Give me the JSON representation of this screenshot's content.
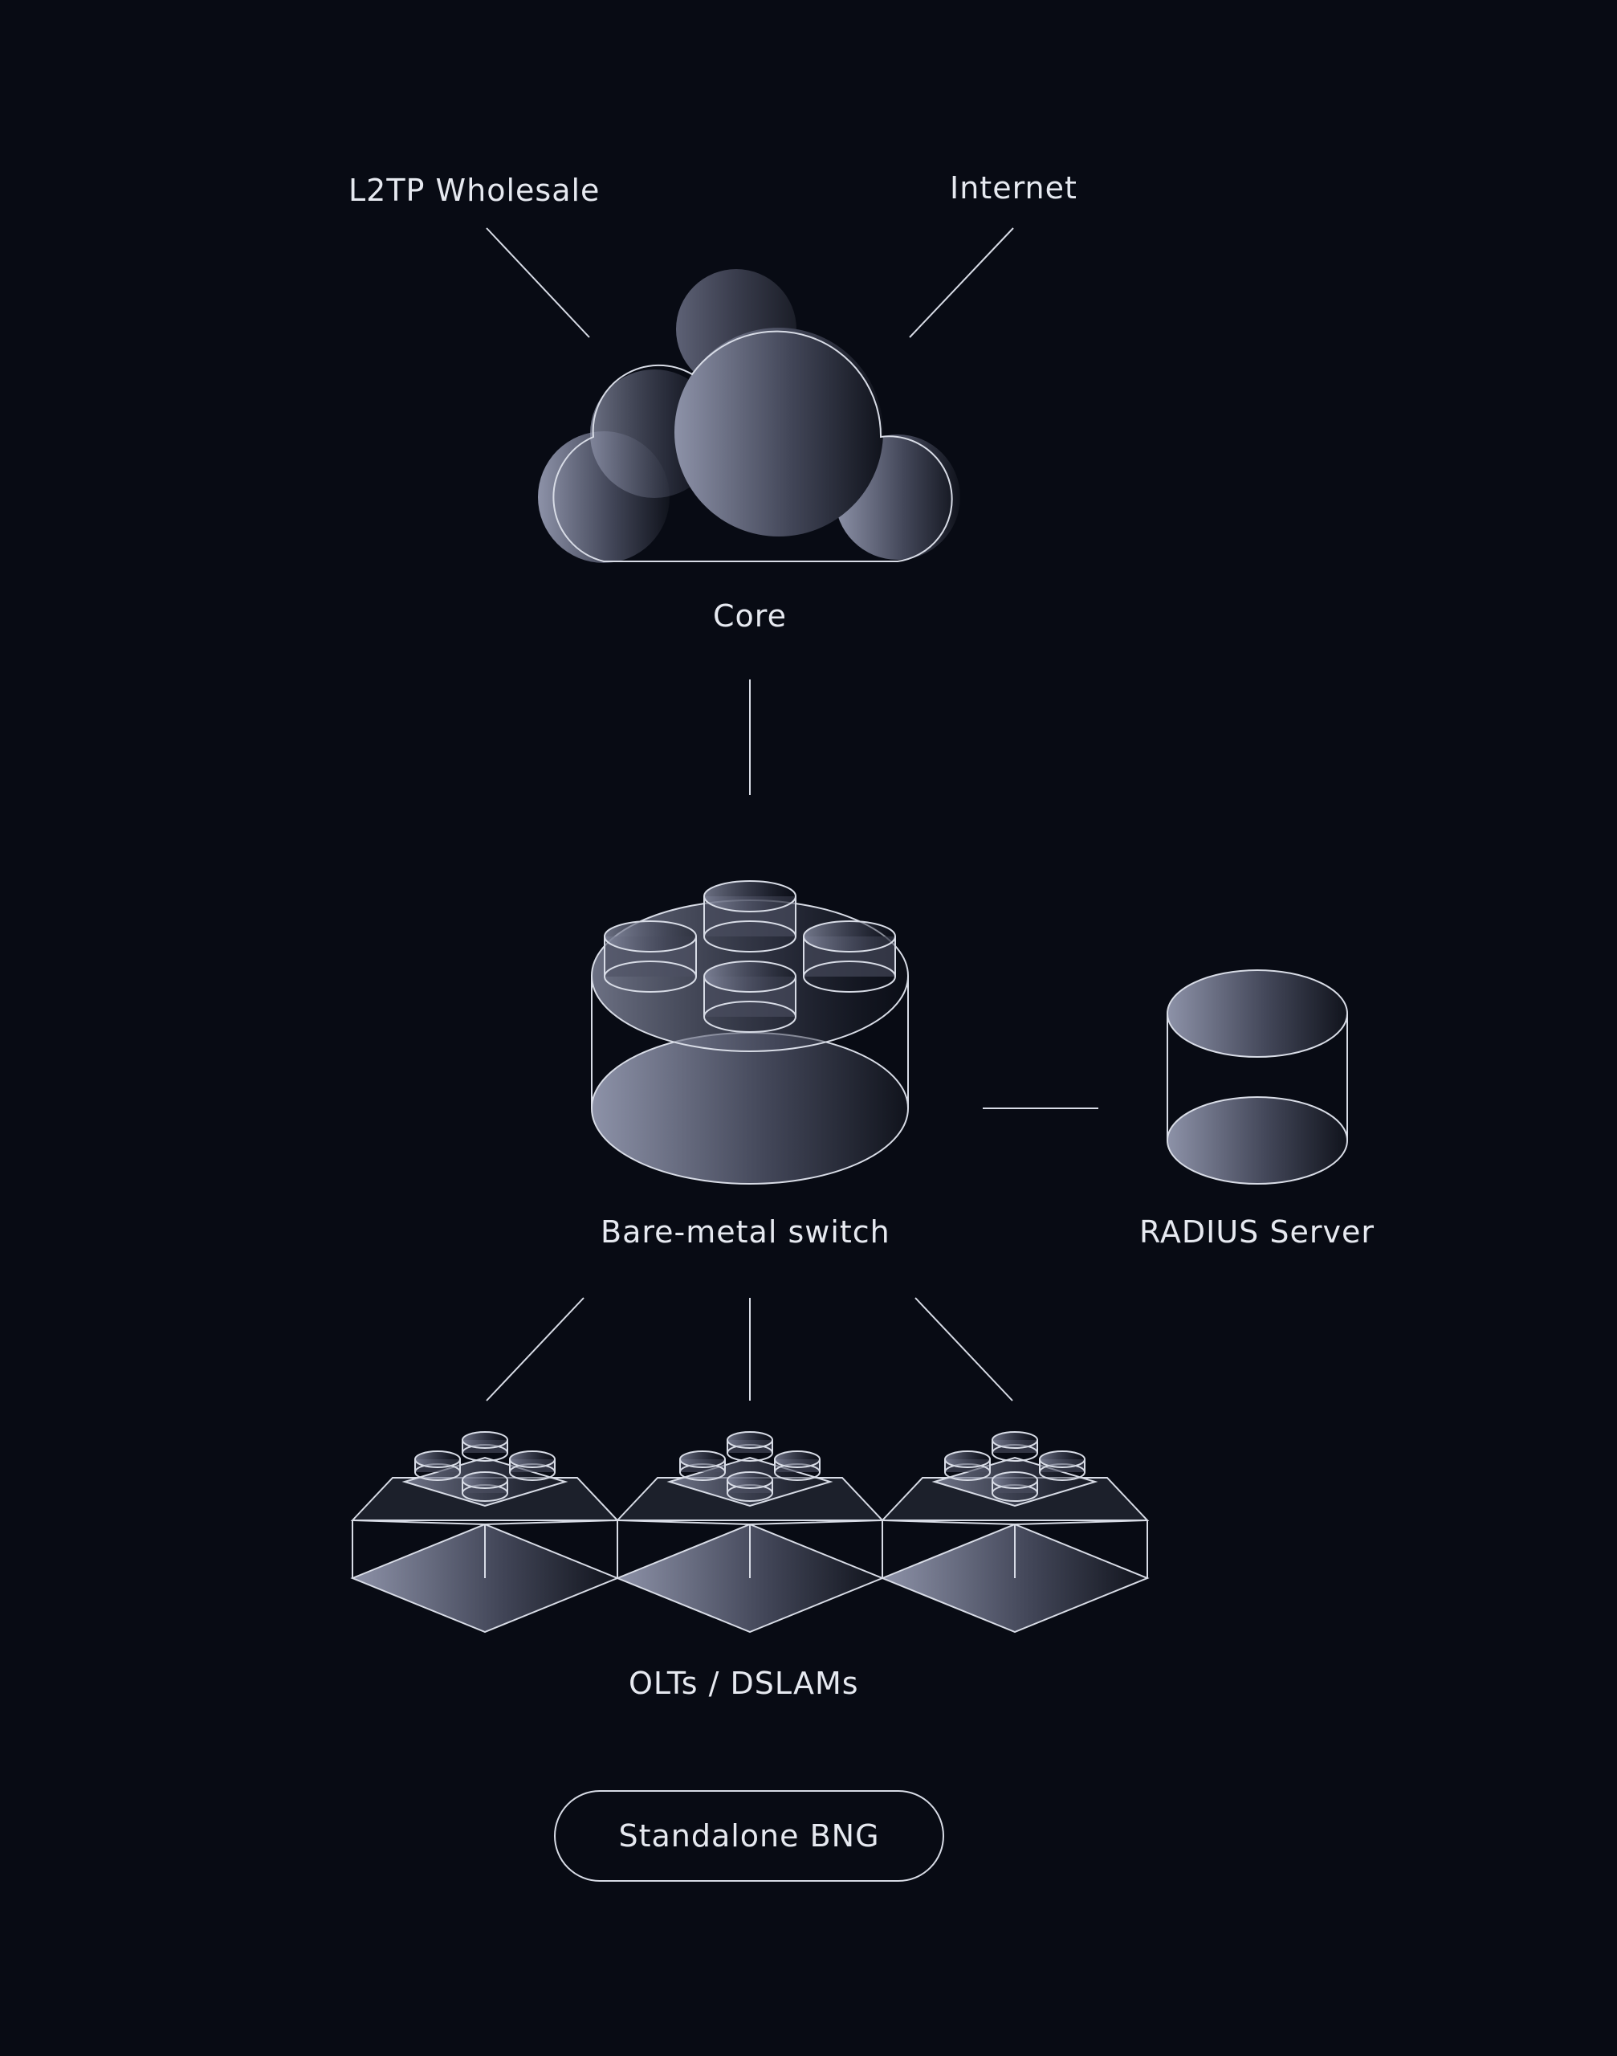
{
  "labels": {
    "l2tp": "L2TP Wholesale",
    "internet": "Internet",
    "core": "Core",
    "switch": "Bare-metal switch",
    "radius": "RADIUS Server",
    "olts": "OLTs / DSLAMs"
  },
  "badge": {
    "text": "Standalone BNG"
  },
  "colors": {
    "background": "#080b14",
    "stroke": "#d8dce6",
    "fill_light": "#8e93a8",
    "fill_dark": "#10131c"
  }
}
